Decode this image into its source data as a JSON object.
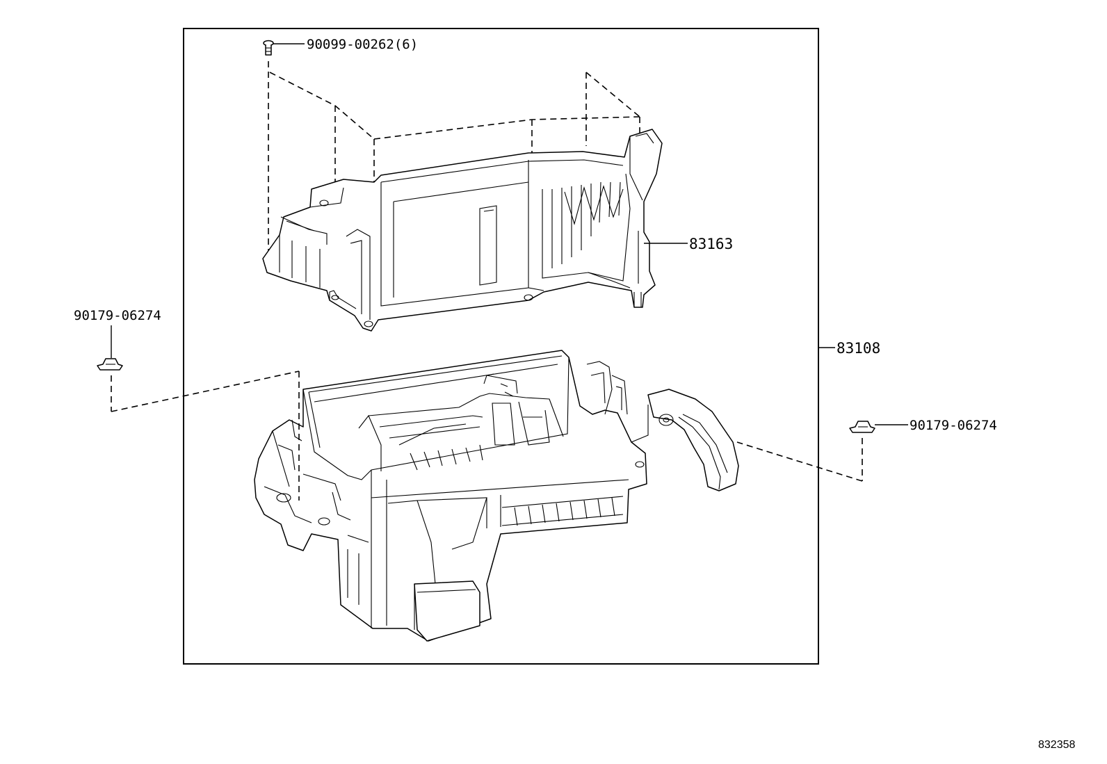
{
  "diagram": {
    "callouts": {
      "screw": "90099-00262(6)",
      "upper_case": "83163",
      "assembly": "83108",
      "clip_left": "90179-06274",
      "clip_right": "90179-06274"
    },
    "figure_id": "832358"
  }
}
